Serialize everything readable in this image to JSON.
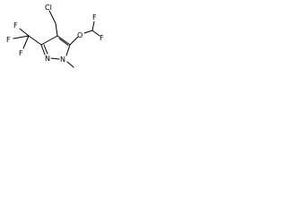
{
  "molecule": {
    "atoms": {
      "cl": "Cl",
      "o": "O",
      "f_chf2_top": "F",
      "f_chf2_bottom": "F",
      "f_cf3_top": "F",
      "f_cf3_left": "F",
      "f_cf3_bottom": "F",
      "n_ring": "N",
      "n_methyl": "N"
    },
    "colors": {
      "bond": "#000000",
      "text": "#000000",
      "background": "#ffffff"
    }
  }
}
